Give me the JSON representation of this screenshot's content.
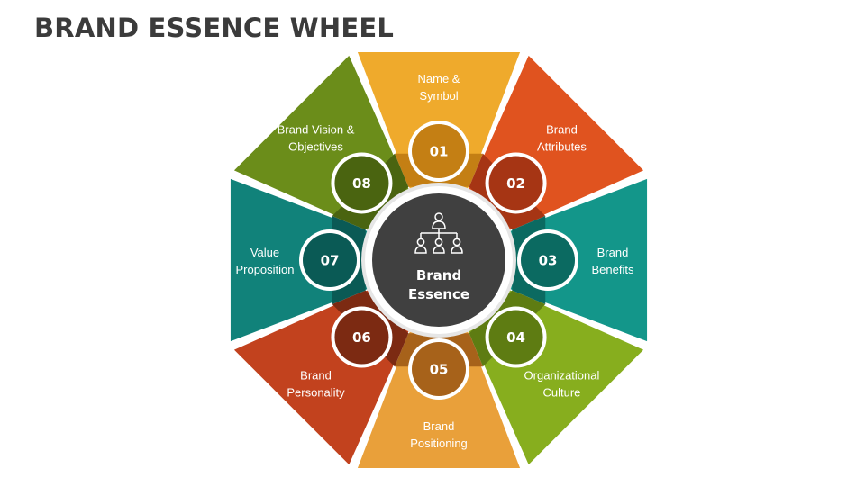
{
  "title": "BRAND ESSENCE WHEEL",
  "center": {
    "label_line1": "Brand",
    "label_line2": "Essence",
    "icon": "hierarchy-people-icon"
  },
  "segments": [
    {
      "number": "01",
      "line1": "Name &",
      "line2": "Symbol",
      "color": "#EFAA2C",
      "dark": "#C47F14"
    },
    {
      "number": "02",
      "line1": "Brand",
      "line2": "Attributes",
      "color": "#E0531F",
      "dark": "#A63514"
    },
    {
      "number": "03",
      "line1": "Brand",
      "line2": "Benefits",
      "color": "#13968A",
      "dark": "#0B6A61"
    },
    {
      "number": "04",
      "line1": "Organizational",
      "line2": "Culture",
      "color": "#87AE1E",
      "dark": "#5E7C12"
    },
    {
      "number": "05",
      "line1": "Brand",
      "line2": "Positioning",
      "color": "#E9A03A",
      "dark": "#A7621A"
    },
    {
      "number": "06",
      "line1": "Brand",
      "line2": "Personality",
      "color": "#C2421E",
      "dark": "#7C2A12"
    },
    {
      "number": "07",
      "line1": "Value",
      "line2": "Proposition",
      "color": "#11827A",
      "dark": "#0A5A55"
    },
    {
      "number": "08",
      "line1": "Brand Vision &",
      "line2": "Objectives",
      "color": "#6B8D1A",
      "dark": "#4A6410"
    }
  ],
  "colors": {
    "center_fill": "#404040",
    "ring_white": "#ffffff",
    "ring_gray": "#e6e6e6",
    "title": "#3b3b3b"
  }
}
